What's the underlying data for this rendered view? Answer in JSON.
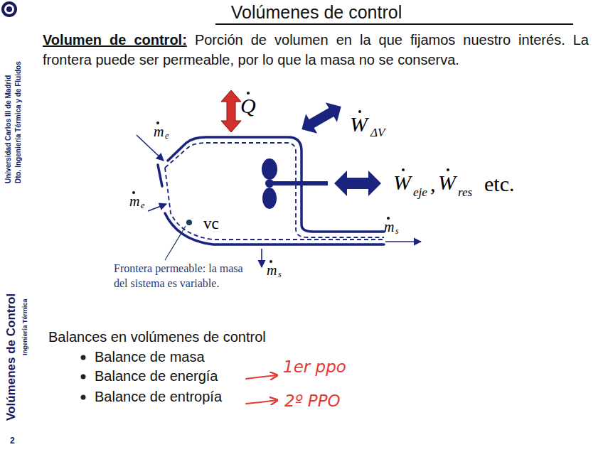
{
  "diagram": {
    "title": "Volúmenes de control",
    "labels": [
      "Universidad Carlos III de Madrid",
      "Dto. Ingeniería Térmica y de Fluidos",
      "Volúmenes de Control",
      "Ingeniería Térmica",
      "2",
      "Volumen de control:",
      "Porción de volumen en la que fijamos nuestro interés. La frontera puede ser permeable, por lo que la masa no se conserva.",
      "Q",
      "W",
      "ΔV",
      "W",
      "eje",
      ",",
      "W",
      "res",
      "etc.",
      "m",
      "e",
      "m",
      "e",
      "vc",
      "m",
      "s",
      "m",
      "s",
      "Frontera permeable: la masa del sistema es variable.",
      "Balances en volúmenes de control",
      "Balance de masa",
      "Balance de energía",
      "Balance de entropía",
      "1er ppo",
      "2º PPO"
    ]
  }
}
